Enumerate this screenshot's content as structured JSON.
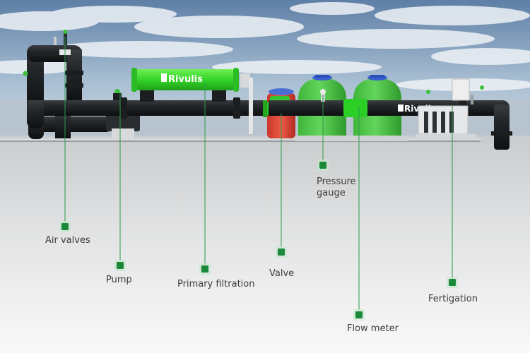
{
  "brand": {
    "logo_text": "Rivulis",
    "accent": "#2fd42a",
    "callout_color": "#1a8a3a"
  },
  "components": [
    {
      "id": "air-valves",
      "label": "Air valves"
    },
    {
      "id": "pump",
      "label": "Pump"
    },
    {
      "id": "primary-filtration",
      "label": "Primary filtration"
    },
    {
      "id": "valve",
      "label": "Valve"
    },
    {
      "id": "pressure-gauge",
      "label": "Pressure\ngauge"
    },
    {
      "id": "flow-meter",
      "label": "Flow meter"
    },
    {
      "id": "fertigation",
      "label": "Fertigation"
    }
  ]
}
